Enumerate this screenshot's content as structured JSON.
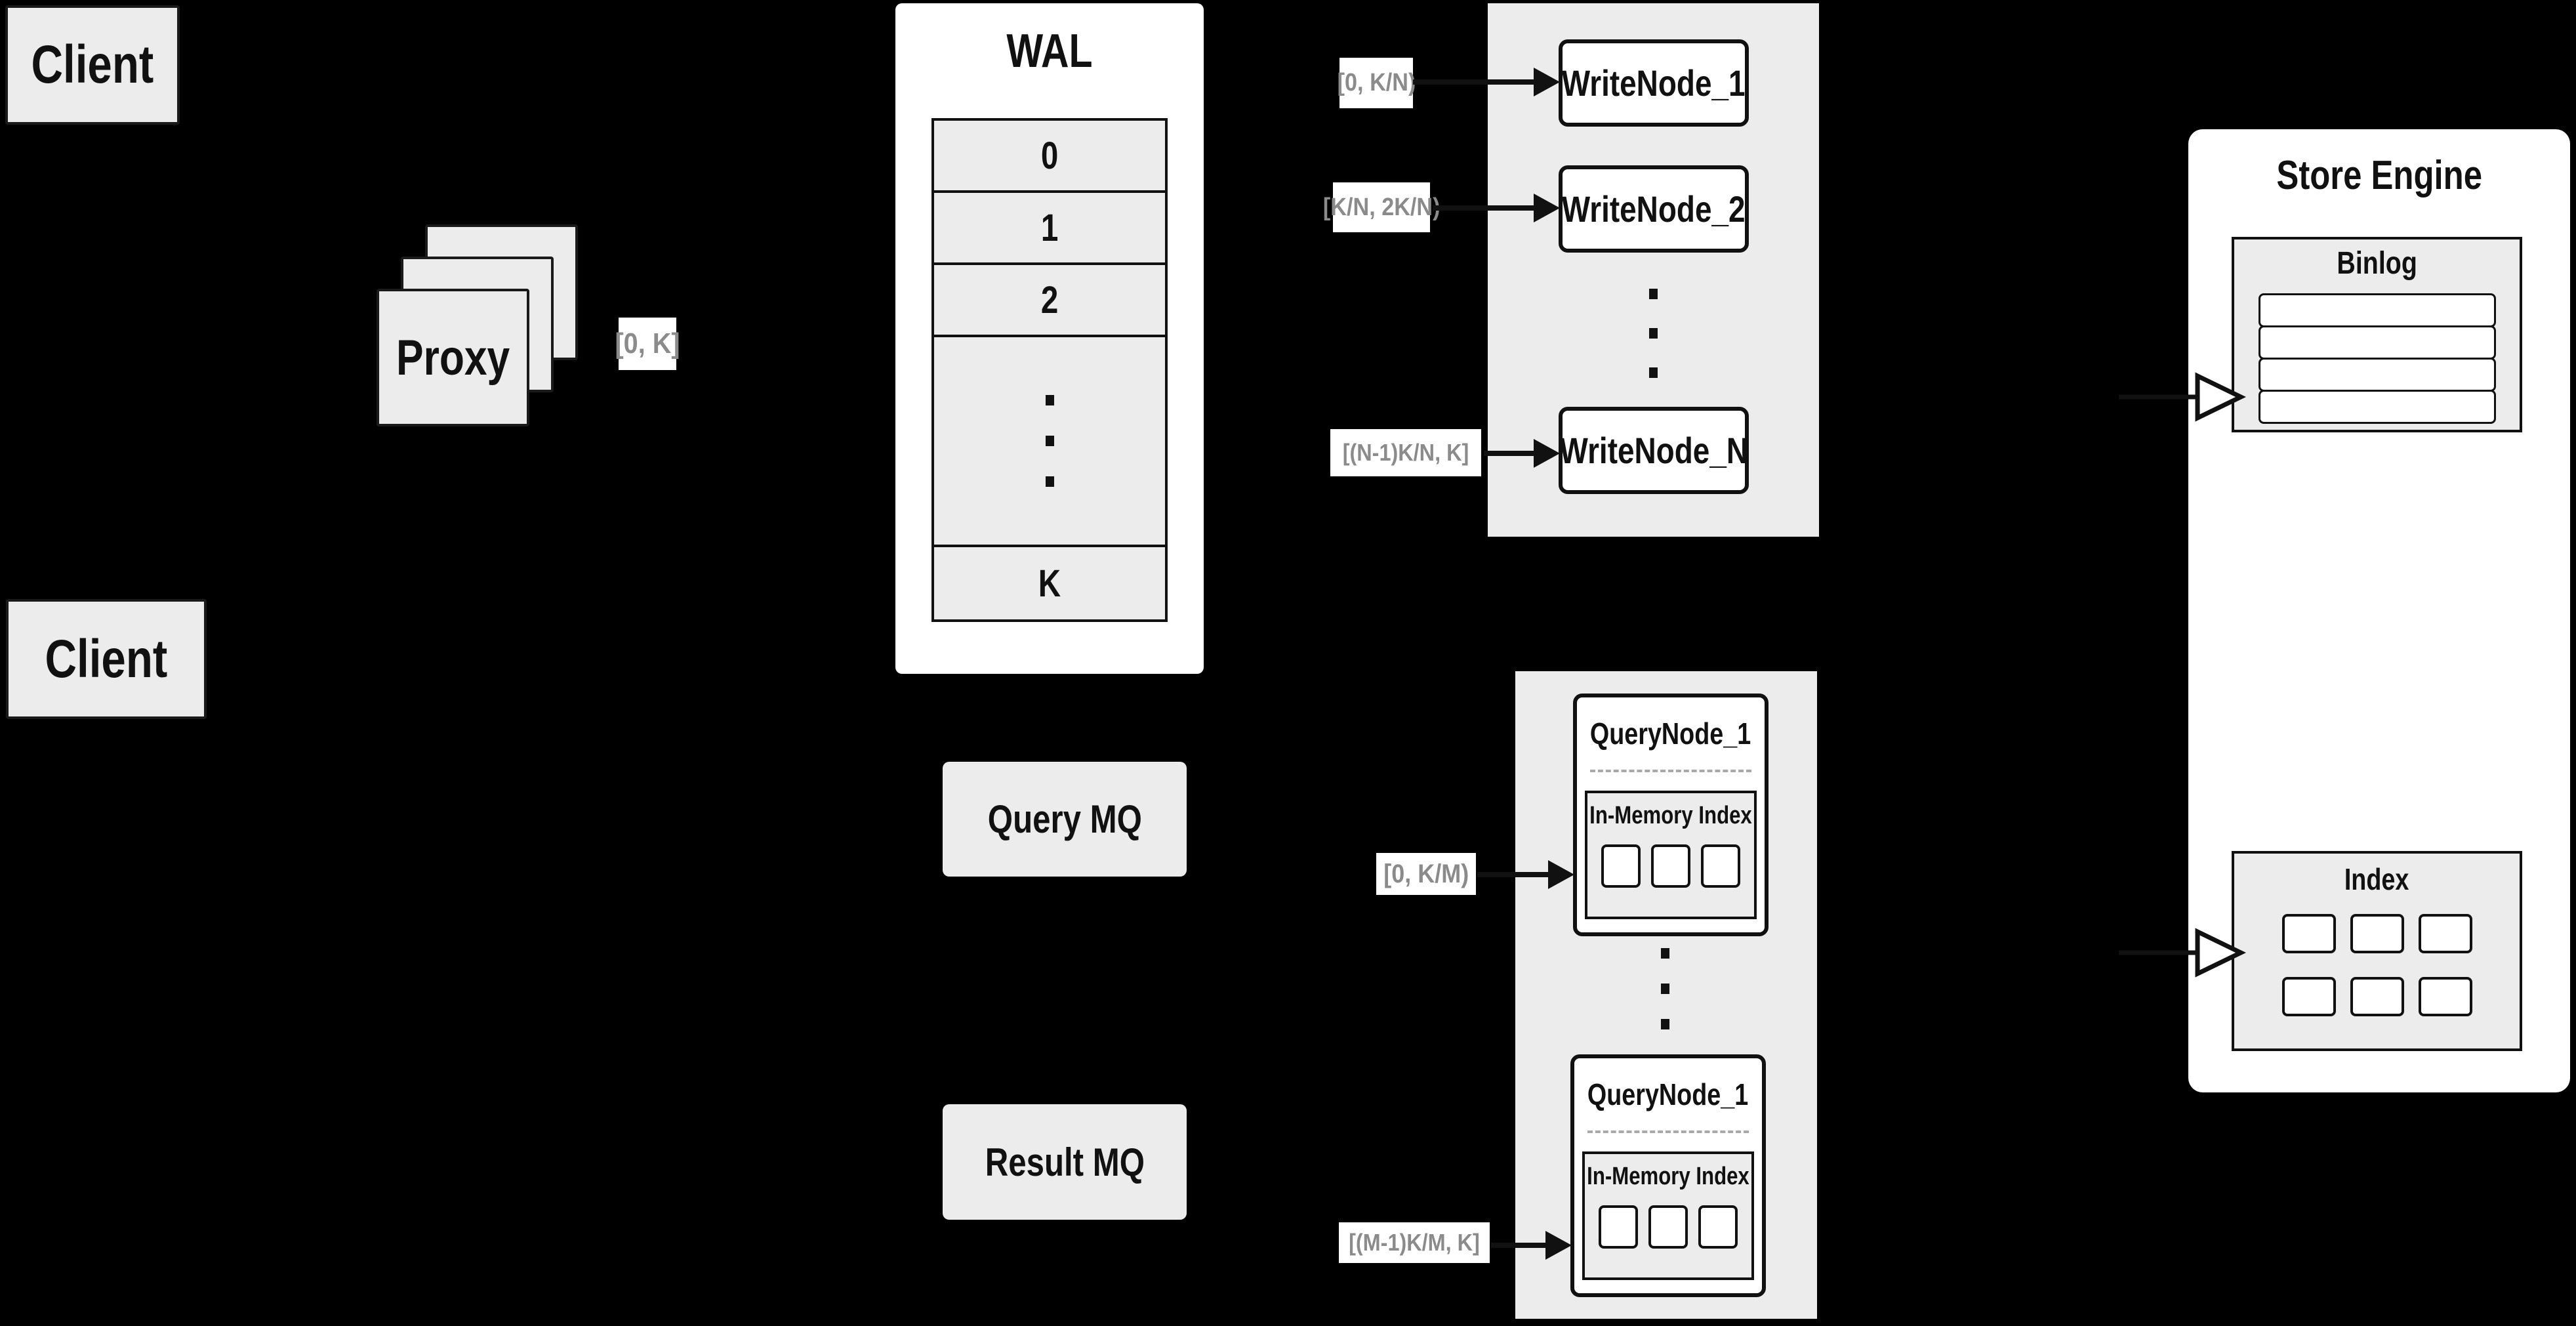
{
  "colors": {
    "background": "#000000",
    "panel_fill": "#ececec",
    "node_fill": "#ffffff",
    "line": "#111111",
    "range_label_text": "#8b8b8b"
  },
  "clients": {
    "top_label": "Client",
    "bottom_label": "Client"
  },
  "proxy": {
    "label": "Proxy"
  },
  "wal": {
    "title": "WAL",
    "rows": [
      "0",
      "1",
      "2",
      "K"
    ]
  },
  "range_labels": {
    "proxy_out": "[0, K]",
    "write_node_1": "[0,  K/N)",
    "write_node_2": "[K/N, 2K/N)",
    "write_node_n": "[(N-1)K/N,  K]",
    "query_node_1": "[0, K/M)",
    "query_node_m": "[(M-1)K/M, K]"
  },
  "write_group": {
    "nodes": [
      "WriteNode_1",
      "WriteNode_2",
      "WriteNode_N"
    ]
  },
  "query_group": {
    "nodes": [
      {
        "title": "QueryNode_1",
        "inner_title": "In-Memory Index"
      },
      {
        "title": "QueryNode_1",
        "inner_title": "In-Memory Index"
      }
    ]
  },
  "mq": {
    "query_label": "Query MQ",
    "result_label": "Result MQ"
  },
  "store_engine": {
    "title": "Store Engine",
    "binlog_title": "Binlog",
    "index_title": "Index"
  }
}
